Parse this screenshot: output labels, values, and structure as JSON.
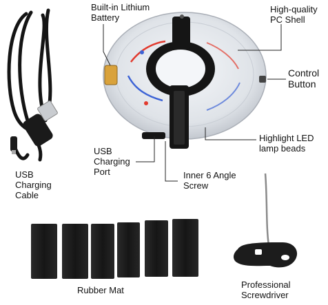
{
  "labels": {
    "battery": "Built-in Lithium\nBattery",
    "shell": "High-quality\nPC Shell",
    "control_button": "Control\nButton",
    "led": "Highlight LED\nlamp beads",
    "usb_port": "USB\nCharging\nPort",
    "screw": "Inner 6 Angle\nScrew",
    "usb_cable": "USB\nCharging\nCable",
    "rubber_mat": "Rubber Mat",
    "screwdriver": "Professional\nScrewdriver"
  },
  "colors": {
    "background": "#ffffff",
    "shell": "#d9dde3",
    "black_part": "#151515",
    "mat": "#1c1c1c",
    "leader_line": "#222222",
    "led_red": "#e23a2e",
    "led_blue": "#3c63d6",
    "battery": "#d9a23b"
  },
  "mat_count": 6
}
